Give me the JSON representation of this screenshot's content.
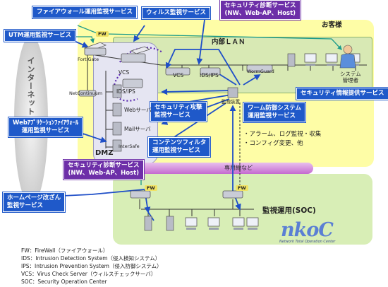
{
  "zones": {
    "customer": "お客様",
    "lan": "内部ＬＡＮ",
    "dmz": "DMZ",
    "soc": "監視運用(SOC)",
    "internet": "インターネット",
    "dedicated_line": "専用線など"
  },
  "services": {
    "firewall": "ファイアウォール運用監視サービス",
    "virus": "ウィルス監視サービス",
    "diag_top": "セキュリティ診断サービス\n(NW、Web-AP、Host)",
    "utm": "UTM運用監視サービス",
    "info": "セキュリティ情報提供サービス",
    "attack": "セキュリティ攻撃\n監視サービス",
    "worm": "ワーム防御システム\n運用監視サービス",
    "waf": "Webｱﾌﾟﾘｹｰｼｮﾝﾌｧｲｱｳｫｰﾙ\n運用監視サービス",
    "content": "コンテンツフィルタ\n運用監視サービス",
    "diag_bottom": "セキュリティ診断サービス\n(NW、Web-AP、Host)",
    "homepage": "ホームページ改ざん\n監視サービス"
  },
  "devices": {
    "fw_top": "FW",
    "fortigate": "FortiGate",
    "netcontinuum": "NetContinuum",
    "vcs_dmz": "VCS",
    "ids_dmz": "IDS/IPS",
    "web_server": "Webサーバ",
    "mail_server": "Mailサーバ",
    "intersafe": "InterSafe",
    "vcs_lan": "VCS",
    "ids_lan": "IDS/IPS",
    "wormguard": "WormGuard",
    "monitor_device": "監視装置",
    "admin": "システム\n管理者",
    "fw_soc_left": "FW",
    "fw_soc_right": "FW"
  },
  "features": [
    "・アラーム、ログ監視・収集",
    "・コンフィグ変更、他"
  ],
  "legend": [
    "FW：FireWall（ファイアウォール）",
    "IDS：Intrusion Detection System（侵入検知システム）",
    "IPS：Intrusion Prevention System（侵入防御システム）",
    "VCS：Virus Check Server（ウィルスチェックサーバ）",
    "SOC：Security Operation Center"
  ],
  "logo": {
    "word": "nkoC",
    "tagline": "Network Total Operation Center"
  },
  "colors": {
    "service_tag": "#1f59c9",
    "diagnosis_tag": "#6d2fa8",
    "arrow": "#1f4fc8",
    "teal_line": "#1a9a8a",
    "customer_zone": "#fefda6",
    "lan_zone": "#d8e9b4",
    "soc_zone": "#d8eeb6"
  }
}
